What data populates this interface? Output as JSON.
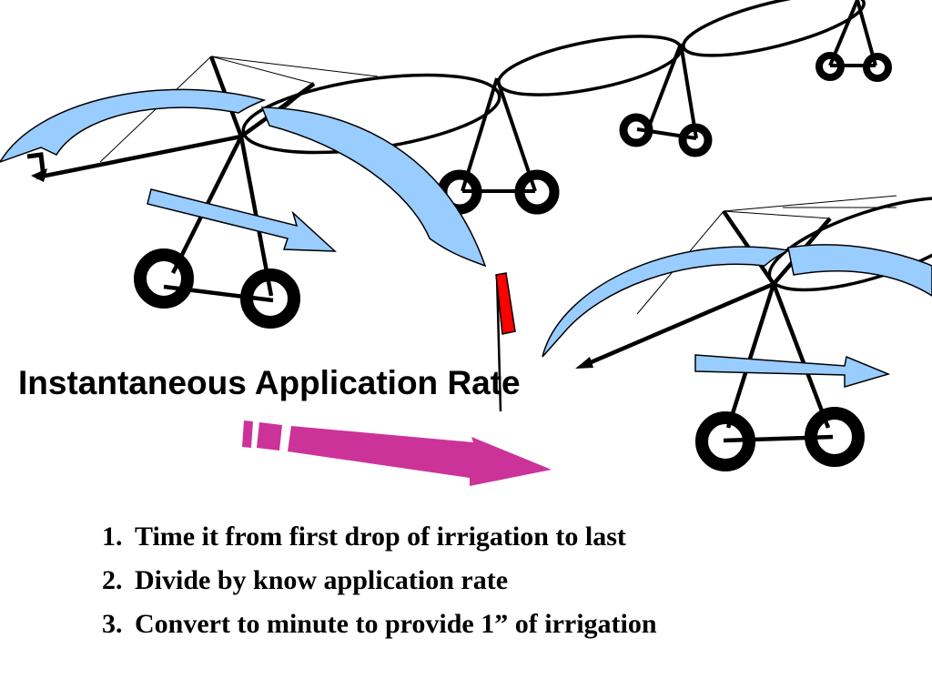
{
  "slide": {
    "title": "Instantaneous Application Rate",
    "steps": [
      {
        "number": "1.",
        "text": "Time it from first drop of irrigation to last"
      },
      {
        "number": "2.",
        "text": "Divide by know application rate"
      },
      {
        "number": "3.",
        "text": "Convert to minute to provide 1” of irrigation"
      }
    ]
  },
  "colors": {
    "spray": "#99ccff",
    "flag": "#ff0000",
    "motion_arrow": "#cc3399",
    "frame": "#000000"
  }
}
